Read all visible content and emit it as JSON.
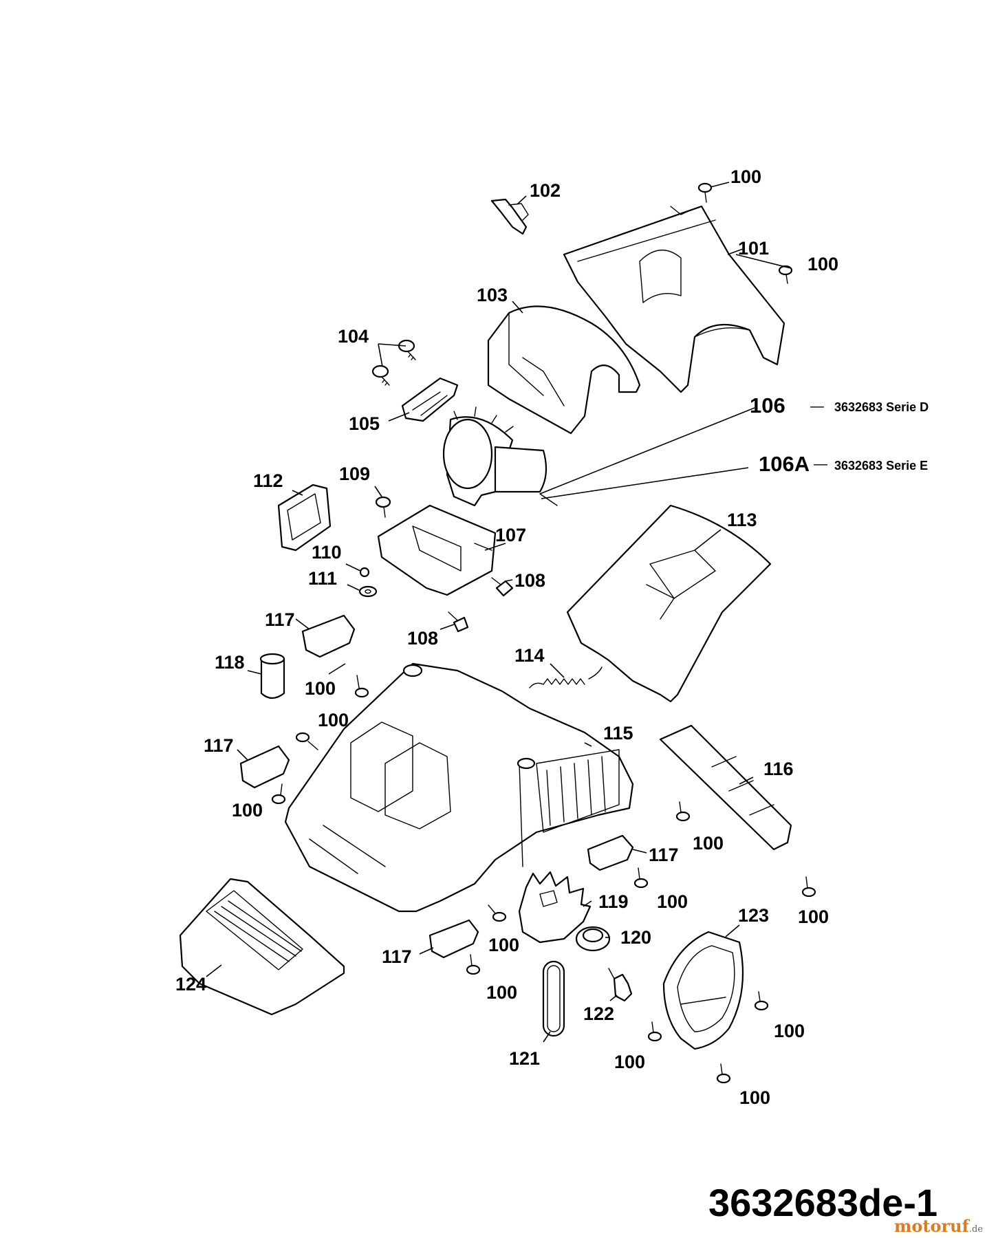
{
  "drawing_number": "3632683de-1",
  "brand": {
    "name": "motoruf",
    "tld": ".de"
  },
  "variants": [
    {
      "label": "106",
      "description": "3632683 Serie D"
    },
    {
      "label": "106A",
      "description": "3632683 Serie E"
    }
  ],
  "callouts": {
    "c100a": "100",
    "c100b": "100",
    "c100c": "100",
    "c100d": "100",
    "c100e": "100",
    "c100f": "100",
    "c100g": "100",
    "c100h": "100",
    "c100i": "100",
    "c100j": "100",
    "c100k": "100",
    "c100l": "100",
    "c100m": "100",
    "c101": "101",
    "c102": "102",
    "c103": "103",
    "c104": "104",
    "c105": "105",
    "c107": "107",
    "c108a": "108",
    "c108b": "108",
    "c109": "109",
    "c110": "110",
    "c111": "111",
    "c112": "112",
    "c113": "113",
    "c114": "114",
    "c115": "115",
    "c116": "116",
    "c117a": "117",
    "c117b": "117",
    "c117c": "117",
    "c117d": "117",
    "c118": "118",
    "c119": "119",
    "c120": "120",
    "c121": "121",
    "c122": "122",
    "c123": "123",
    "c124": "124"
  }
}
